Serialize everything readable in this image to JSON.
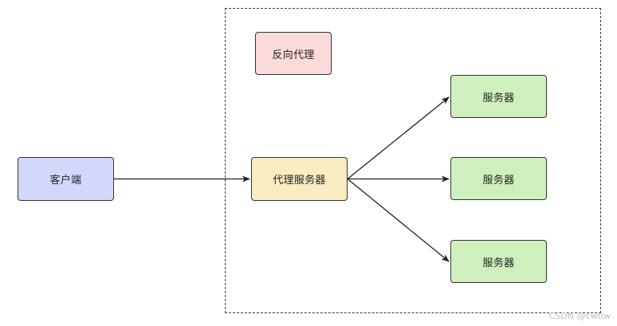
{
  "diagram": {
    "client_label": "客户端",
    "proxy_label": "代理服务器",
    "group_label": "反向代理",
    "servers": [
      "服务器",
      "服务器",
      "服务器"
    ]
  },
  "watermark": "CSDN @cwtlw",
  "colors": {
    "client_fill": "#d3d7fa",
    "proxy_fill": "#f8ecc0",
    "group_label_fill": "#fadbda",
    "server_fill": "#cfefbd",
    "stroke": "#333333"
  }
}
